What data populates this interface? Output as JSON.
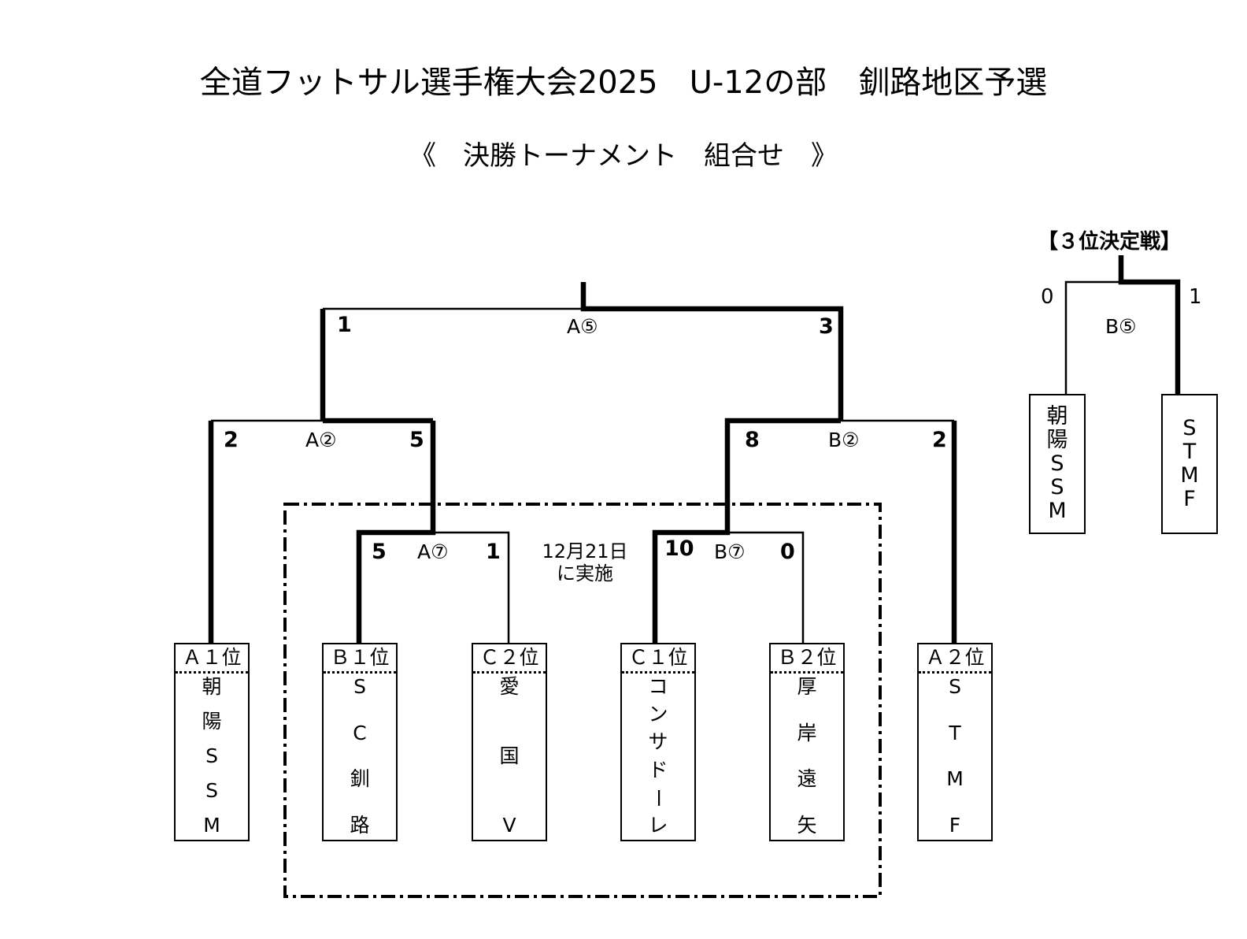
{
  "title": "全道フットサル選手権大会2025　U-12の部　釧路地区予選",
  "subtitle": "《　決勝トーナメント　組合せ　》",
  "schedule_note": [
    "12月21日",
    "に実施"
  ],
  "teams": [
    {
      "seed": "Ａ１位",
      "name": [
        "朝",
        "陽",
        "S",
        "S",
        "M"
      ]
    },
    {
      "seed": "Ｂ１位",
      "name": [
        "S",
        "C",
        "釧",
        "路"
      ]
    },
    {
      "seed": "Ｃ２位",
      "name": [
        "愛",
        "国",
        "V"
      ]
    },
    {
      "seed": "Ｃ１位",
      "name": [
        "コ",
        "ン",
        "サ",
        "ド",
        "ー",
        "レ"
      ]
    },
    {
      "seed": "Ｂ２位",
      "name": [
        "厚",
        "岸",
        "遠",
        "矢"
      ]
    },
    {
      "seed": "Ａ２位",
      "name": [
        "S",
        "T",
        "M",
        "F"
      ]
    }
  ],
  "matches": {
    "a7": {
      "label": "A⑦",
      "score_left": "5",
      "score_right": "1"
    },
    "b7": {
      "label": "B⑦",
      "score_left": "10",
      "score_right": "0"
    },
    "a2": {
      "label": "A②",
      "score_left": "2",
      "score_right": "5"
    },
    "b2": {
      "label": "B②",
      "score_left": "8",
      "score_right": "2"
    },
    "a5": {
      "label": "A⑤",
      "score_left": "1",
      "score_right": "3"
    }
  },
  "third_place": {
    "title": "【３位決定戦】",
    "label": "B⑤",
    "score_left": "0",
    "score_right": "1",
    "team_left": [
      "朝",
      "陽",
      "S",
      "S",
      "M"
    ],
    "team_right": [
      "S",
      "T",
      "M",
      "F"
    ]
  }
}
